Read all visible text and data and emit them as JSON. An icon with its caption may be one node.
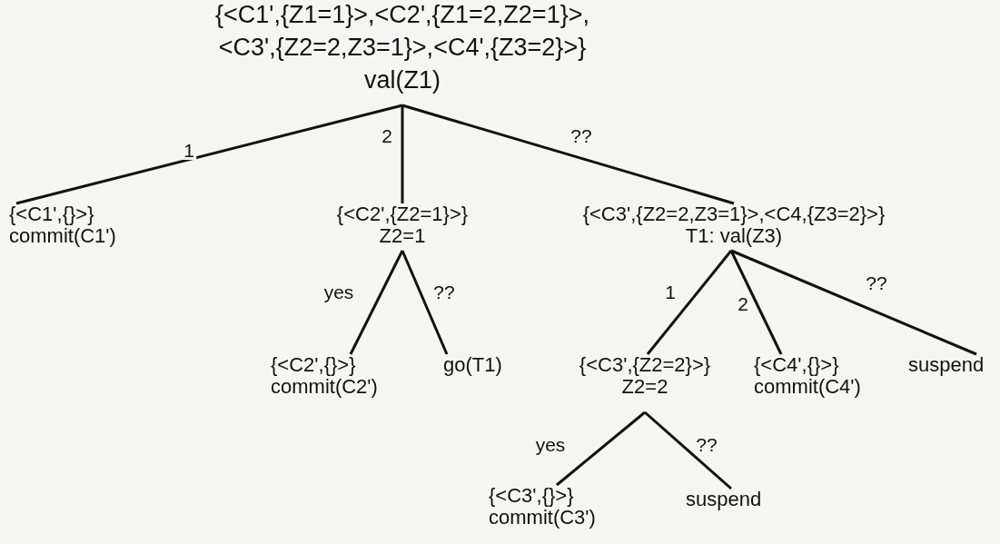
{
  "diagram": {
    "nodes": [
      {
        "text": [
          "{<C1',{Z1=1}>,<C2',{Z1=2,Z2=1}>, <C3',{Z2=2,Z3=1}>,<C4',{Z3=2}>}",
          "val(Z1)"
        ]
      },
      {
        "text": [
          "{<C1',{}>}",
          "commit(C1')"
        ]
      },
      {
        "text": [
          "{<C2',{Z2=1}>}",
          "Z2=1"
        ]
      },
      {
        "text": [
          "{<C3',{Z2=2,Z3=1}>,<C4,{Z3=2}>}",
          "T1: val(Z3)"
        ]
      },
      {
        "text": [
          "{<C2',{}>}",
          "commit(C2')"
        ]
      },
      {
        "text": [
          "go(T1)"
        ]
      },
      {
        "text": [
          "{<C3',{Z2=2}>}",
          "Z2=2"
        ]
      },
      {
        "text": [
          "{<C4',{}>}",
          "commit(C4')"
        ]
      },
      {
        "text": [
          "suspend"
        ]
      },
      {
        "text": [
          "{<C3',{}>}",
          "commit(C3')"
        ]
      },
      {
        "text": [
          "suspend"
        ]
      }
    ],
    "edges": [
      {
        "from": 0,
        "to": 1,
        "arrow": "none",
        "label": "1"
      },
      {
        "from": 0,
        "to": 2,
        "arrow": "none",
        "label": "2"
      },
      {
        "from": 0,
        "to": 3,
        "arrow": "none",
        "label": "??"
      },
      {
        "from": 2,
        "to": 4,
        "arrow": "none",
        "label": "yes"
      },
      {
        "from": 2,
        "to": 5,
        "arrow": "none",
        "label": "??"
      },
      {
        "from": 3,
        "to": 6,
        "arrow": "none",
        "label": "1"
      },
      {
        "from": 3,
        "to": 7,
        "arrow": "none",
        "label": "2"
      },
      {
        "from": 3,
        "to": 8,
        "arrow": "none",
        "label": "??"
      },
      {
        "from": 6,
        "to": 9,
        "arrow": "none",
        "label": "yes"
      },
      {
        "from": 6,
        "to": 10,
        "arrow": "none",
        "label": "??"
      }
    ]
  }
}
